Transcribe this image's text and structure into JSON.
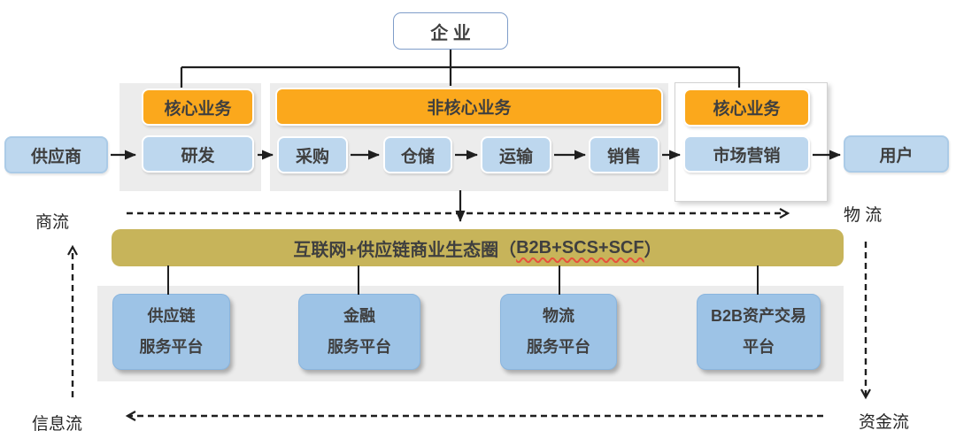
{
  "colors": {
    "orange": "#fba81c",
    "light_blue": "#bdd7ee",
    "platform_blue": "#9dc3e6",
    "gold_band": "#c7b45a",
    "panel_gray": "#ececec",
    "text_dark": "#3f3f3f",
    "underline_red": "#e8503c"
  },
  "top": {
    "enterprise": "企 业"
  },
  "chain": {
    "supplier": "供应商",
    "user": "用户",
    "left_group": {
      "header": "核心业务",
      "item": "研发"
    },
    "middle_group": {
      "header": "非核心业务",
      "items": [
        "采购",
        "仓储",
        "运输",
        "销售"
      ]
    },
    "right_group": {
      "header": "核心业务",
      "item": "市场营销"
    }
  },
  "band": {
    "prefix": "互联网+供应链商业生态圈（",
    "code": "B2B+SCS+SCF",
    "suffix": "）"
  },
  "platforms": [
    {
      "line1": "供应链",
      "line2": "服务平台"
    },
    {
      "line1": "金融",
      "line2": "服务平台"
    },
    {
      "line1": "物流",
      "line2": "服务平台"
    },
    {
      "line1": "B2B资产交易",
      "line2": "平台"
    }
  ],
  "flows": {
    "business": "商流",
    "logistics": "物 流",
    "information": "信息流",
    "capital": "资金流"
  }
}
